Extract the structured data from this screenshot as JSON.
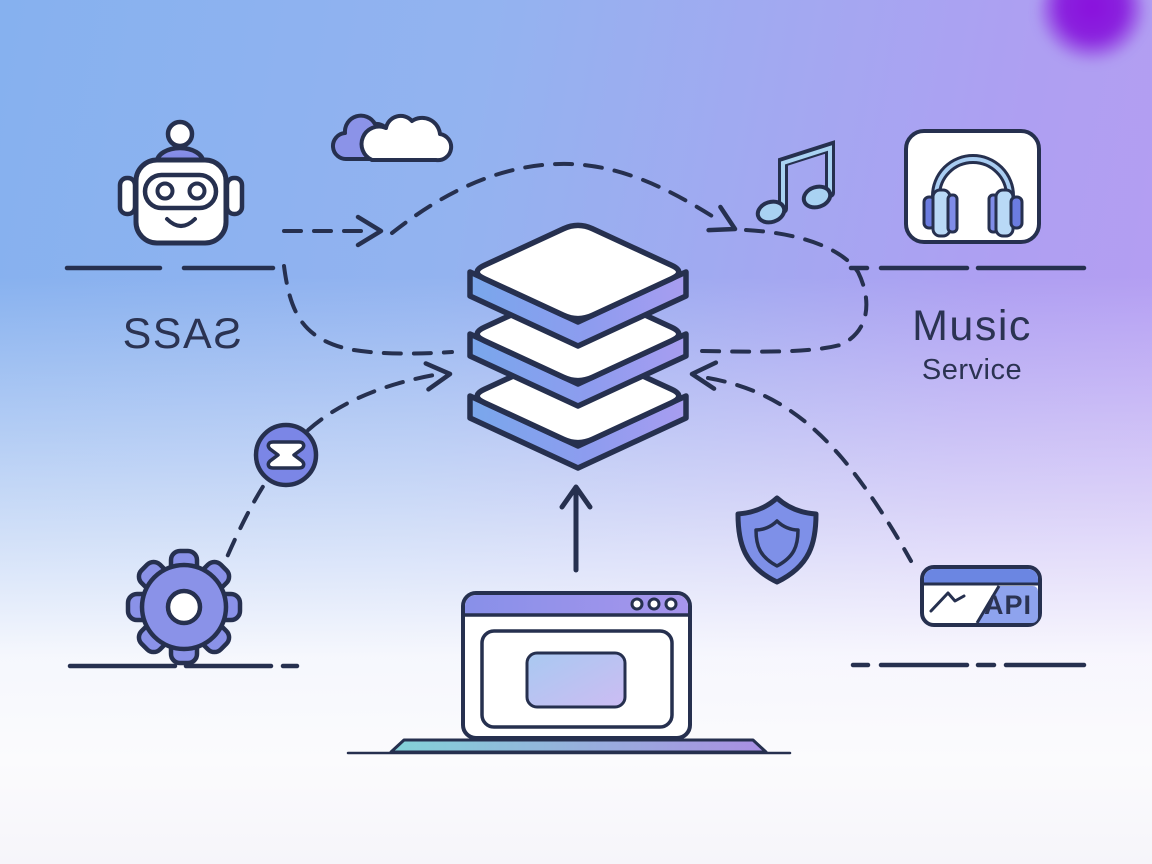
{
  "labels": {
    "saas": "SSAƧ",
    "music_title": "Music",
    "music_subtitle": "Service",
    "api_badge": "API"
  },
  "icons": [
    "robot-icon",
    "cloud-icon",
    "stack-layers-icon",
    "music-note-icon",
    "headphones-icon",
    "hourglass-badge-icon",
    "gear-icon",
    "shield-icon",
    "laptop-browser-icon",
    "api-chart-badge-icon",
    "purple-blob-decoration"
  ],
  "colors": {
    "outline_navy": "#26304f",
    "periwinkle": "#7e88e6",
    "light_blue": "#a9d2f2",
    "stack_side_blue": "#79a7ec",
    "stack_side_purple": "#a89df0",
    "blob_purple": "#8a10dd",
    "background_blue": "#86b1ef",
    "background_purple": "#b79ef3"
  }
}
